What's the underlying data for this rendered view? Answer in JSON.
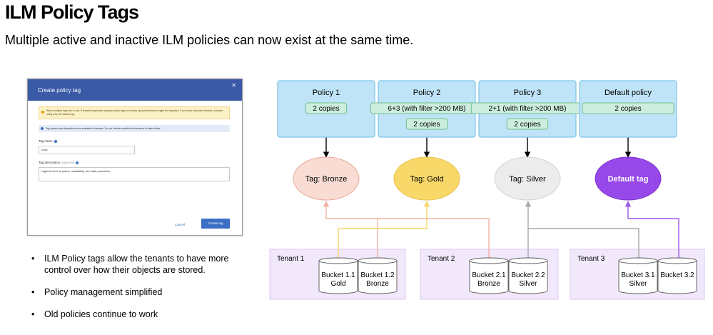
{
  "header": {
    "title": "ILM Policy Tags",
    "subtitle": "Multiple active and inactive ILM policies can now exist at the same time."
  },
  "dialog": {
    "title": "Create policy tag",
    "close_icon": "close-icon",
    "warning": "When multiple tags are in use, if tenants frequently reassign policy tags to buckets, grid performance might be impacted. If you have untrusted tenants, consider using only the default tag.",
    "info": "Tag names and descriptions are available to tenants. Do not include sensitive information in these fields.",
    "tag_name_label": "Tag name",
    "tag_name_value": "Gold",
    "tag_desc_label": "Tag description",
    "tag_desc_optional": "(optional)",
    "tag_desc_value": "Highest level of speed, availability, and data protection.",
    "cancel_label": "Cancel",
    "create_label": "Create tag"
  },
  "bullets": [
    "ILM Policy tags allow the tenants to have more control over how their objects are stored.",
    "Policy management simplified",
    "Old policies continue to work"
  ],
  "policies": [
    {
      "name": "Policy 1",
      "rules": [
        "2 copies"
      ]
    },
    {
      "name": "Policy 2",
      "rules": [
        "6+3 (with filter >200 MB)",
        "2 copies"
      ]
    },
    {
      "name": "Policy 3",
      "rules": [
        "2+1 (with filter >200 MB)",
        "2 copies"
      ]
    },
    {
      "name": "Default policy",
      "rules": [
        "2 copies"
      ]
    }
  ],
  "tags": [
    {
      "label": "Tag: Bronze",
      "fill": "#f9dcd4",
      "stroke": "#e8a898",
      "text_color": "#000000"
    },
    {
      "label": "Tag: Gold",
      "fill": "#f9d86a",
      "stroke": "#e6c24a",
      "text_color": "#000000"
    },
    {
      "label": "Tag: Silver",
      "fill": "#ececec",
      "stroke": "#d2d2d2",
      "text_color": "#000000"
    },
    {
      "label": "Default tag",
      "fill": "#9648e8",
      "stroke": "#7e34d2",
      "text_color": "#ffffff"
    }
  ],
  "tenants": [
    {
      "name": "Tenant 1",
      "buckets": [
        {
          "name": "Bucket 1.1",
          "tag": "Gold"
        },
        {
          "name": "Bucket 1.2",
          "tag": "Bronze"
        }
      ]
    },
    {
      "name": "Tenant 2",
      "buckets": [
        {
          "name": "Bucket 2.1",
          "tag": "Bronze"
        },
        {
          "name": "Bucket 2.2",
          "tag": "Silver"
        }
      ]
    },
    {
      "name": "Tenant 3",
      "buckets": [
        {
          "name": "Bucket 3.1",
          "tag": "Silver"
        },
        {
          "name": "Bucket 3.2",
          "tag": ""
        }
      ]
    }
  ],
  "colors": {
    "policy_fill": "#bfe3f7",
    "policy_stroke": "#7ec4ea",
    "rule_fill": "#cdeede",
    "rule_stroke": "#6fbf8f",
    "tenant_fill": "#f1e8fb",
    "tenant_stroke": "#dcc8f2",
    "line_bronze": "#f3b2a2",
    "line_gold": "#f5d66a",
    "line_silver": "#a8a8a8",
    "line_default": "#9b5ae6",
    "dialog_header": "#3a5aa8",
    "primary_button": "#3a6fc4"
  }
}
